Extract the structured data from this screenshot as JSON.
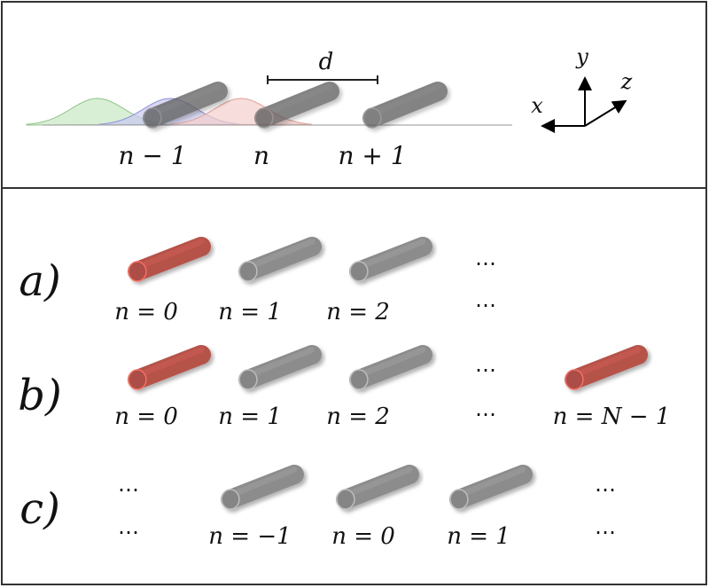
{
  "top_panel": {
    "spacing_label": "d",
    "site_labels": [
      "n − 1",
      "n",
      "n + 1"
    ],
    "axes": {
      "x": "x",
      "y": "y",
      "z": "z"
    },
    "wavefunction_colors": [
      "#c8e8c4",
      "#c9c9f0",
      "#f4cfcc"
    ]
  },
  "rows": [
    {
      "letter": "a)",
      "labels": [
        "n = 0",
        "n = 1",
        "n = 2"
      ],
      "ellipsis": "⋯",
      "colors": [
        "#b5524a",
        "#8c8c8c",
        "#8c8c8c"
      ]
    },
    {
      "letter": "b)",
      "labels": [
        "n = 0",
        "n = 1",
        "n = 2",
        "n = N − 1"
      ],
      "ellipsis": "⋯",
      "colors": [
        "#b5524a",
        "#8c8c8c",
        "#8c8c8c",
        "#b5524a"
      ]
    },
    {
      "letter": "c)",
      "labels": [
        "n = −1",
        "n = 0",
        "n = 1"
      ],
      "ellipsis": "⋯",
      "colors": [
        "#8c8c8c",
        "#8c8c8c",
        "#8c8c8c"
      ]
    }
  ]
}
